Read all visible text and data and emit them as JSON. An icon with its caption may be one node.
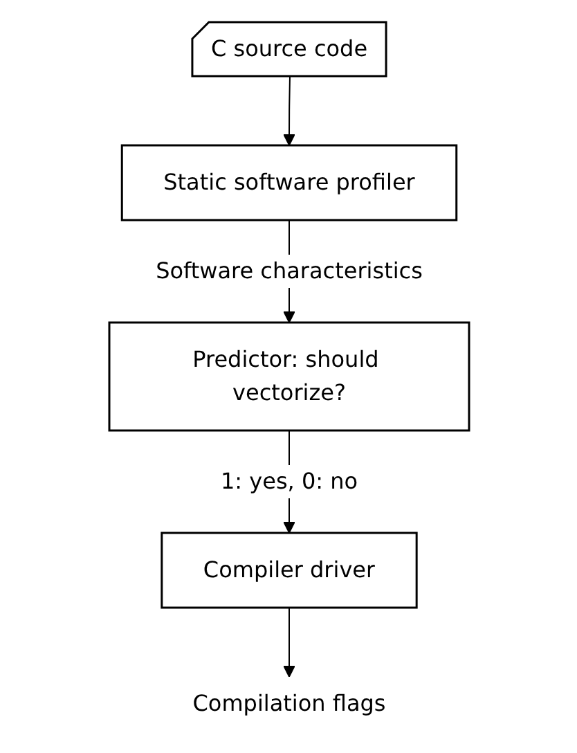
{
  "diagram": {
    "nodes": [
      {
        "text": [
          "C source code"
        ]
      },
      {
        "text": [
          "Static software profiler"
        ]
      },
      {
        "text": [
          "Predictor: should vectorize?"
        ]
      },
      {
        "text": [
          "Compiler driver"
        ]
      },
      {
        "text": [
          "Compilation flags"
        ]
      }
    ],
    "edges": [
      {
        "from": 0,
        "to": 1,
        "arrow": "to"
      },
      {
        "from": 1,
        "to": 2,
        "arrow": "to",
        "label": "Software characteristics"
      },
      {
        "from": 2,
        "to": 3,
        "arrow": "to",
        "label": "1: yes, 0: no"
      },
      {
        "from": 3,
        "to": 4,
        "arrow": "to"
      }
    ]
  }
}
